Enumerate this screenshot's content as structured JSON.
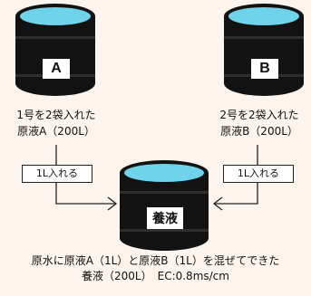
{
  "drums": {
    "a": {
      "label": "A",
      "caption_line1": "1号を2袋入れた",
      "caption_line2": "原液A（200L）"
    },
    "b": {
      "label": "B",
      "caption_line1": "2号を2袋入れた",
      "caption_line2": "原液B（200L）"
    },
    "mix": {
      "label": "養液",
      "caption_line1": "原水に原液A（1L）と原液B（1L）を混ぜてできた",
      "caption_line2": "養液（200L）　EC:0.8ms/cm"
    }
  },
  "pour_labels": {
    "a": "1L入れる",
    "b": "1L入れる"
  },
  "colors": {
    "background": "#fdf4ee",
    "drum_body": "#121212",
    "drum_band": "#2a2a2a",
    "water": "#6fd3ea",
    "label_bg": "#ffffff"
  }
}
